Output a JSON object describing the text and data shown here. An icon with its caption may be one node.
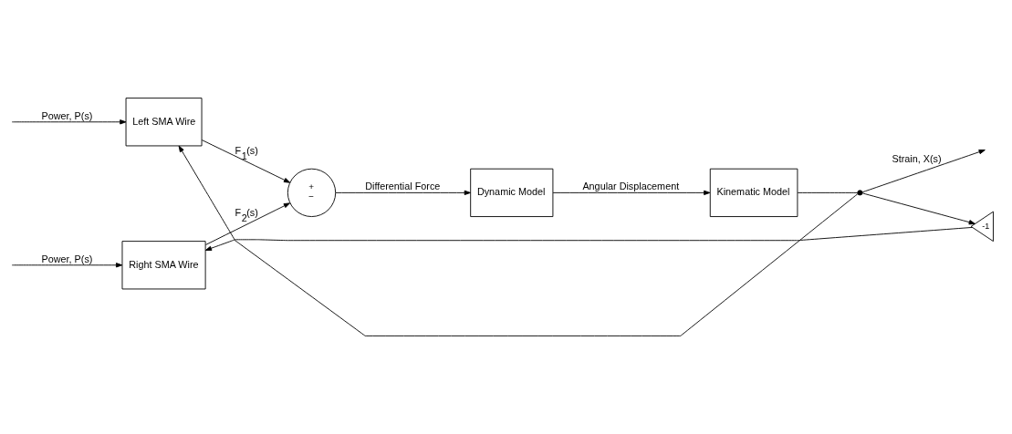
{
  "diagram": {
    "nodes": [
      {
        "text": [
          "Left SMA Wire"
        ]
      },
      {
        "text": [
          "Right SMA Wire"
        ]
      },
      {
        "text": [
          "+",
          "−"
        ]
      },
      {
        "text": [
          "Dynamic Model"
        ]
      },
      {
        "text": [
          "Kinematic Model"
        ]
      },
      {
        "text": [],
        "shape": "dot"
      },
      {
        "text": [
          "-1"
        ]
      }
    ],
    "edges": [
      {
        "from": null,
        "to": 0,
        "arrow": "to",
        "label": "Power, P(s)"
      },
      {
        "from": null,
        "to": 1,
        "arrow": "to",
        "label": "Power, P(s)"
      },
      {
        "from": 0,
        "to": 2,
        "arrow": "to",
        "label": "F$_{1}$(s)"
      },
      {
        "from": 1,
        "to": 2,
        "arrow": "to",
        "label": "F$_{2}$(s)"
      },
      {
        "from": 2,
        "to": 3,
        "arrow": "to",
        "label": "Differential Force"
      },
      {
        "from": 3,
        "to": 4,
        "arrow": "to",
        "label": "Angular Displacement"
      },
      {
        "from": 4,
        "to": 5,
        "arrow": "none"
      },
      {
        "from": 5,
        "to": null,
        "arrow": "to",
        "label": "Strain, X(s)"
      },
      {
        "from": 5,
        "to": 0,
        "arrow": "to"
      },
      {
        "from": 5,
        "to": 6,
        "arrow": "to"
      },
      {
        "from": 6,
        "to": 1,
        "arrow": "to"
      }
    ]
  }
}
